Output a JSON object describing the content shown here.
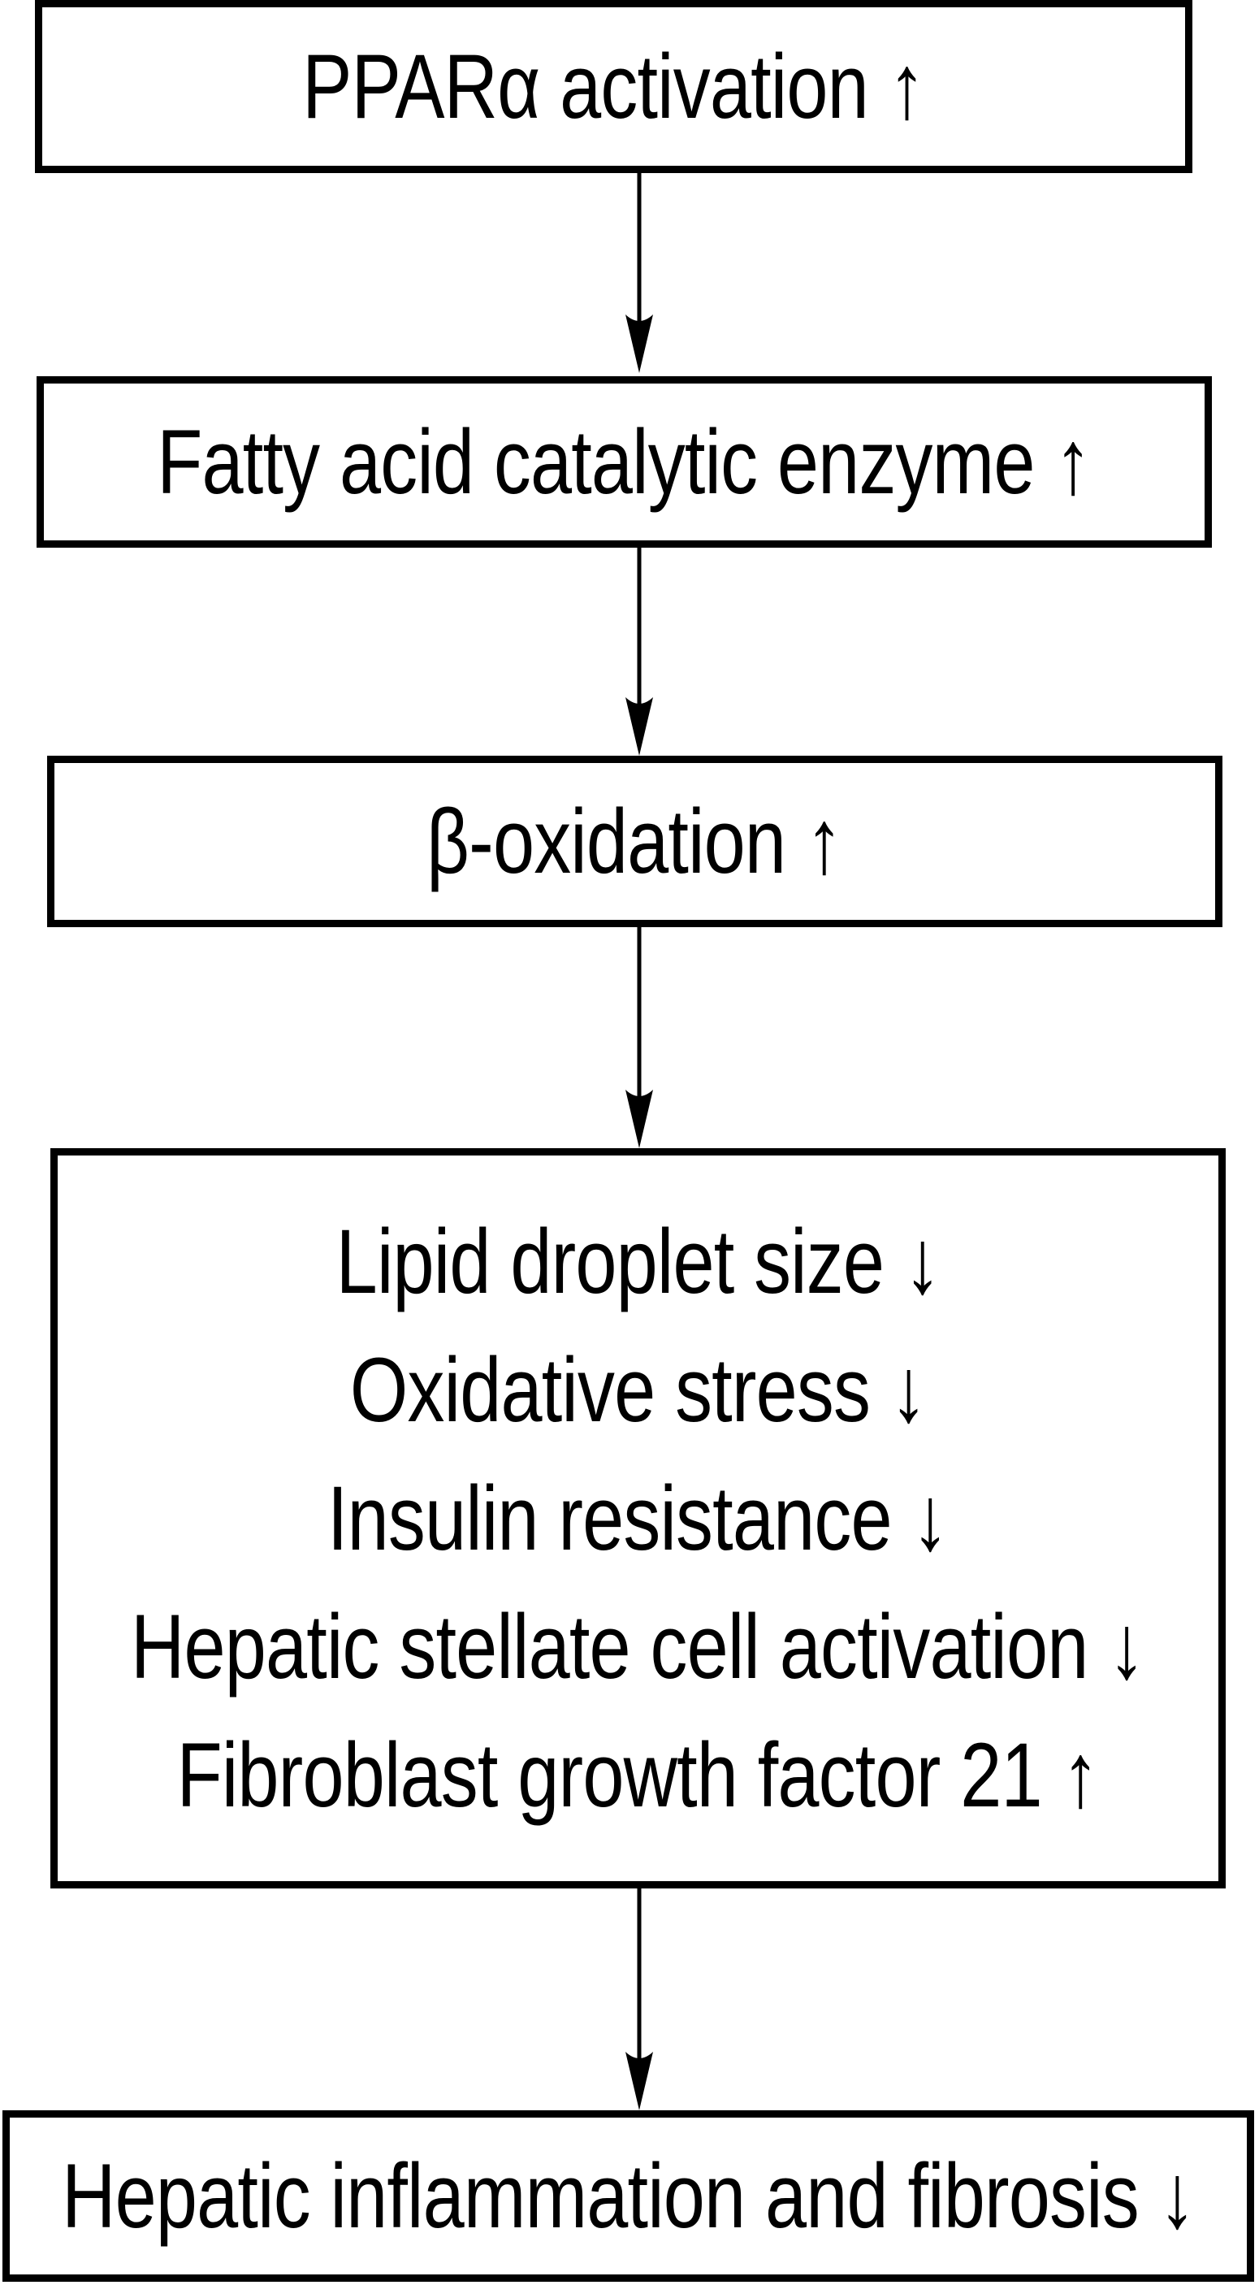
{
  "diagram": {
    "type": "flowchart",
    "direction": "top-down",
    "colors": {
      "border": "#000000",
      "text": "#000000",
      "background": "#ffffff"
    },
    "nodes": [
      {
        "name": "ppar-alpha-activation",
        "lines": [
          "PPARα activation ↑"
        ]
      },
      {
        "name": "fatty-acid-catalytic-enzyme",
        "lines": [
          "Fatty acid catalytic enzyme ↑"
        ]
      },
      {
        "name": "beta-oxidation",
        "lines": [
          "β-oxidation ↑"
        ]
      },
      {
        "name": "downstream-effects",
        "lines": [
          "Lipid droplet size ↓",
          "Oxidative stress ↓",
          "Insulin resistance ↓",
          "Hepatic stellate cell activation ↓",
          "Fibroblast growth factor 21 ↑"
        ]
      },
      {
        "name": "hepatic-inflammation-and-fibrosis",
        "lines": [
          "Hepatic inflammation and fibrosis ↓"
        ]
      }
    ]
  }
}
